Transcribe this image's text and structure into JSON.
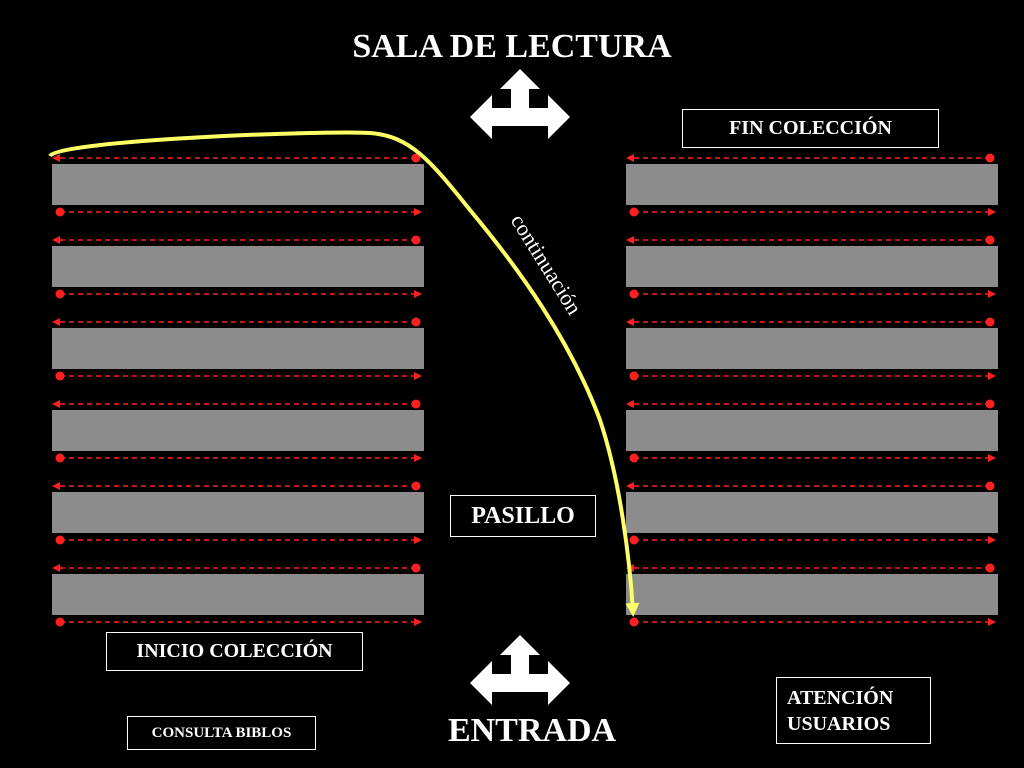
{
  "title": "SALA DE LECTURA",
  "entrance": "ENTRADA",
  "labels": {
    "end_collection": "FIN COLECCIÓN",
    "aisle": "PASILLO",
    "start_collection": "INICIO COLECCIÓN",
    "catalog": "CONSULTA BIBLOS",
    "user_service_line1": "ATENCIÓN",
    "user_service_line2": "USUARIOS"
  },
  "path_label": "continuación",
  "shelves": {
    "left_count": 6,
    "right_count": 6
  },
  "icons": [
    "three-way-arrow-icon",
    "three-way-arrow-icon"
  ],
  "colors": {
    "background": "#000000",
    "shelf": "#8c8c8c",
    "route": "#ff2020",
    "path": "#ffff66",
    "text": "#ffffff"
  }
}
